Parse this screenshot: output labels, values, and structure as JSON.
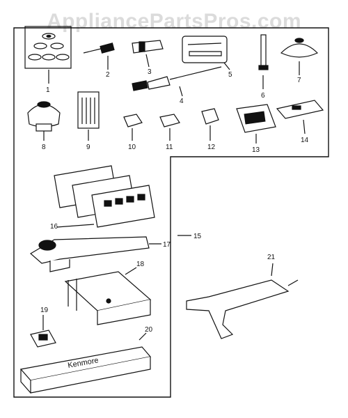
{
  "watermark": "AppliancePartsPros.com",
  "brand_text": "Kenmore",
  "colors": {
    "ink": "#111111",
    "paper": "#ffffff",
    "watermark": "#bebebe"
  },
  "callouts": [
    "1",
    "2",
    "3",
    "4",
    "5",
    "6",
    "7",
    "8",
    "9",
    "10",
    "11",
    "12",
    "13",
    "14",
    "15",
    "16",
    "17",
    "18",
    "19",
    "20",
    "21"
  ]
}
